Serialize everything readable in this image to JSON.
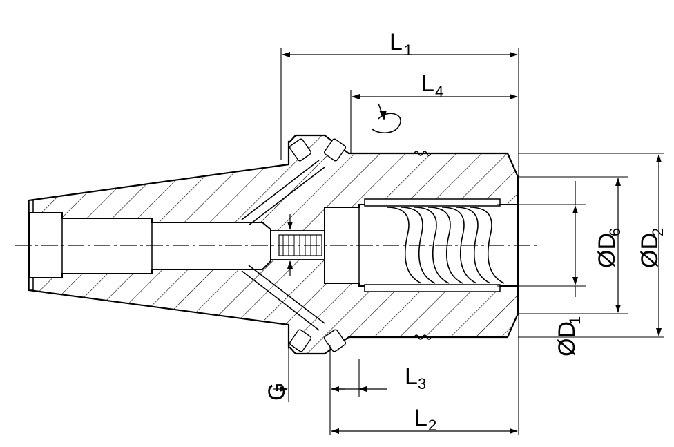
{
  "diagram": {
    "dimensions": {
      "L1": {
        "main": "L",
        "sub": "1"
      },
      "L4": {
        "main": "L",
        "sub": "4"
      },
      "L3": {
        "main": "L",
        "sub": "3"
      },
      "L2": {
        "main": "L",
        "sub": "2"
      },
      "D6": {
        "main": "ØD",
        "sub": "6"
      },
      "D2": {
        "main": "ØD",
        "sub": "2"
      },
      "D1": {
        "main": "ØD",
        "sub": "1"
      },
      "G": {
        "main": "G"
      }
    },
    "colors": {
      "line": "#000000",
      "background": "#ffffff"
    }
  }
}
